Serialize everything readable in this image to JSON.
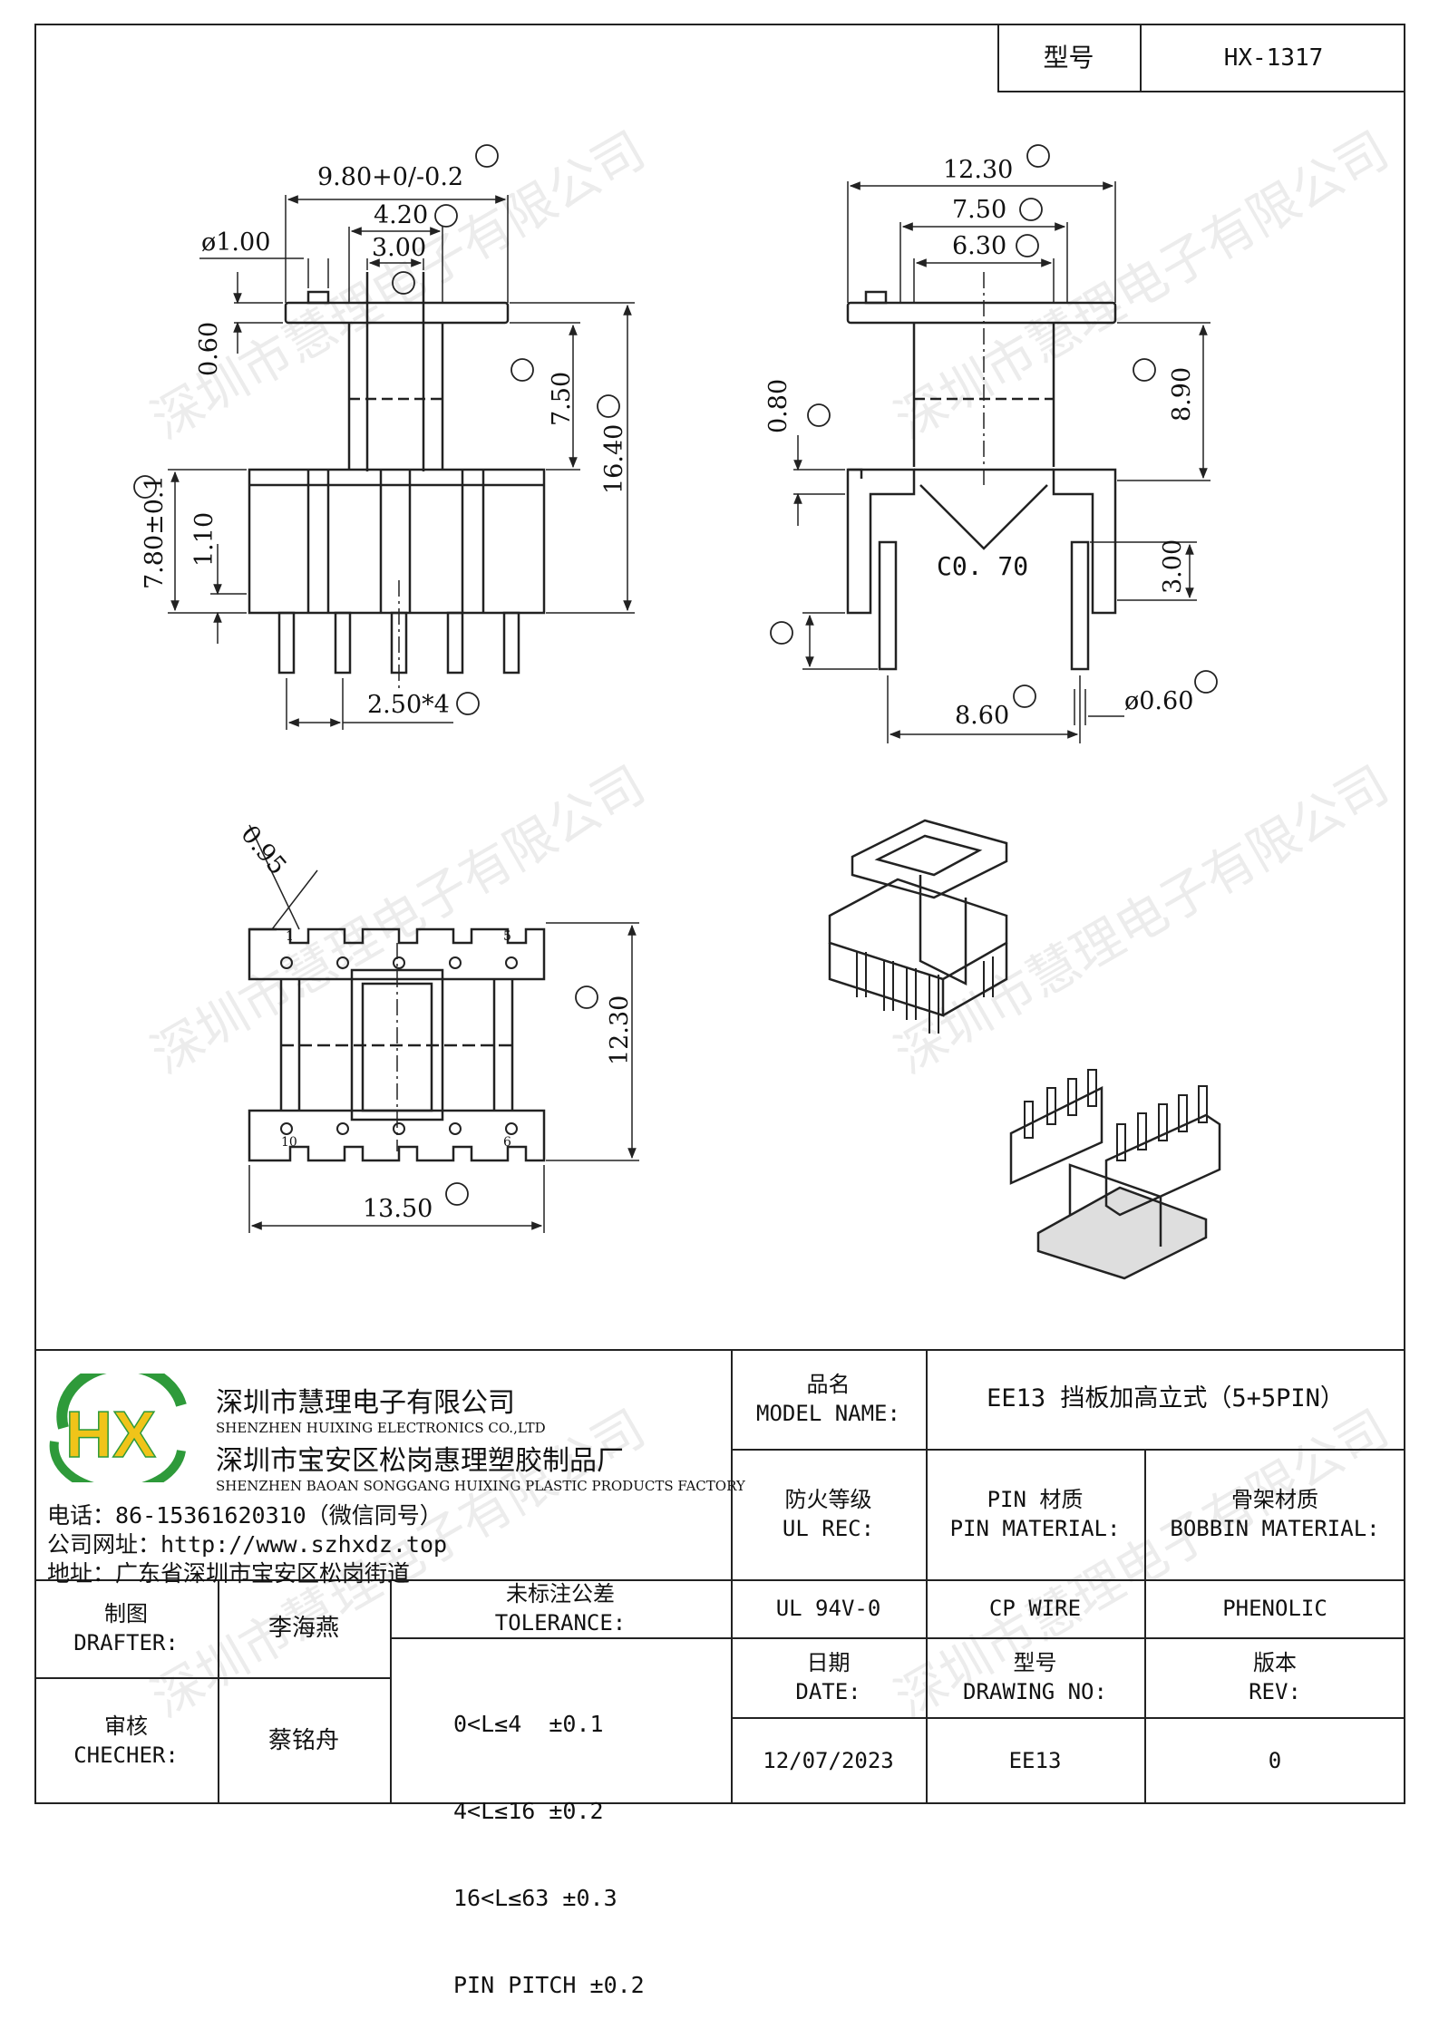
{
  "model": {
    "label": "型号",
    "value": "HX-1317"
  },
  "watermark": "深圳市慧理电子有限公司",
  "dims": {
    "top_width": "9.80+0/-0.2",
    "d_420": "4.20",
    "d_300": "3.00",
    "pin_d": "ø1.00",
    "d_060v": "0.60",
    "d_750": "7.50",
    "d_1640": "16.40",
    "d_780": "7.80±0.1",
    "d_110": "1.10",
    "pitch": "2.50*4",
    "s_1230": "12.30",
    "s_750": "7.50",
    "s_630": "6.30",
    "s_080": "0.80",
    "s_890": "8.90",
    "s_c070": "C0. 70",
    "s_300v": "3.00",
    "s_860": "8.60",
    "s_pin": "ø0.60",
    "b_095": "0.95",
    "b_1230": "12.30",
    "b_1350": "13.50",
    "pin_1": "1",
    "pin_5": "5",
    "pin_10": "10",
    "pin_6": "6"
  },
  "company": {
    "logo_letters": "HX",
    "name_cn": "深圳市慧理电子有限公司",
    "name_en": "SHENZHEN HUIXING ELECTRONICS CO.,LTD",
    "factory_cn": "深圳市宝安区松岗惠理塑胶制品厂",
    "factory_en": "SHENZHEN BAOAN SONGGANG HUIXING PLASTIC PRODUCTS FACTORY",
    "phone": "电话：86-15361620310（微信同号）",
    "web": "公司网址：http://www.szhxdz.top",
    "address": "地址：广东省深圳市宝安区松岗街道"
  },
  "table": {
    "model_name_cn": "品名",
    "model_name_en": "MODEL NAME:",
    "model_name_value": "EE13 挡板加高立式（5+5PIN）",
    "ul_cn": "防火等级",
    "ul_en": "UL REC:",
    "pin_cn": "PIN 材质",
    "pin_en": "PIN MATERIAL:",
    "bobbin_cn": "骨架材质",
    "bobbin_en": "BOBBIN MATERIAL:",
    "drafter_cn": "制图",
    "drafter_en": "DRAFTER:",
    "drafter_name": "李海燕",
    "checker_cn": "审核",
    "checker_en": "CHECHER:",
    "checker_name": "蔡铭舟",
    "tol_cn": "未标注公差",
    "tol_en": "TOLERANCE:",
    "tol_lines": [
      "0<L≤4  ±0.1",
      "4<L≤16 ±0.2",
      "16<L≤63 ±0.3",
      "PIN PITCH ±0.2"
    ],
    "ul_value": "UL 94V-0",
    "pin_value": "CP WIRE",
    "bobbin_value": "PHENOLIC",
    "date_cn": "日期",
    "date_en": "DATE:",
    "drawing_cn": "型号",
    "drawing_en": "DRAWING NO:",
    "rev_cn": "版本",
    "rev_en": "REV:",
    "date_value": "12/07/2023",
    "drawing_value": "EE13",
    "rev_value": "0"
  }
}
